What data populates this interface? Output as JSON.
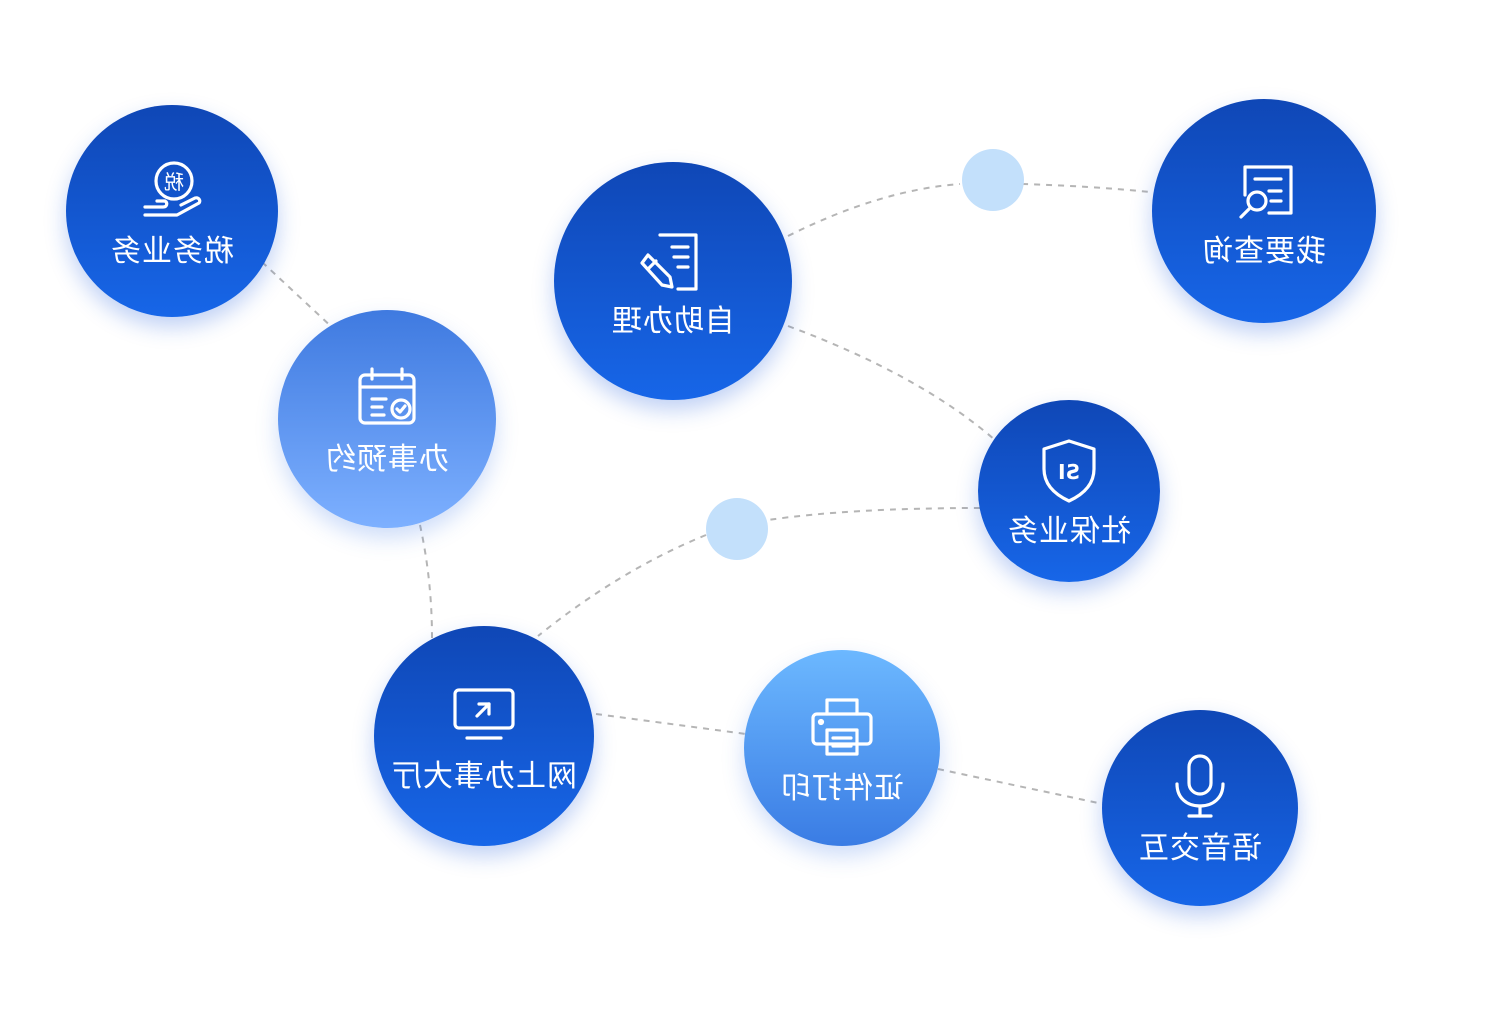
{
  "nodes": {
    "tax": {
      "label": "税务业务",
      "icon": "tax-hand-icon"
    },
    "appointment": {
      "label": "办事预约",
      "icon": "calendar-check-icon"
    },
    "self_service": {
      "label": "自助办理",
      "icon": "document-pen-icon"
    },
    "query": {
      "label": "我要查询",
      "icon": "search-document-icon"
    },
    "social_security": {
      "label": "社保业务",
      "icon": "shield-si-icon"
    },
    "online_hall": {
      "label": "网上办事大厅",
      "icon": "monitor-arrow-icon"
    },
    "certificate_print": {
      "label": "证件打印",
      "icon": "printer-icon"
    },
    "voice": {
      "label": "语音交互",
      "icon": "microphone-icon"
    }
  },
  "tax_badge": "税",
  "shield_badge": "SI",
  "colors": {
    "dark_node": "#1766e8",
    "light_node": "#7db0ff",
    "connector": "#b5b5b5",
    "junction_dot": "#c3e0fb"
  }
}
